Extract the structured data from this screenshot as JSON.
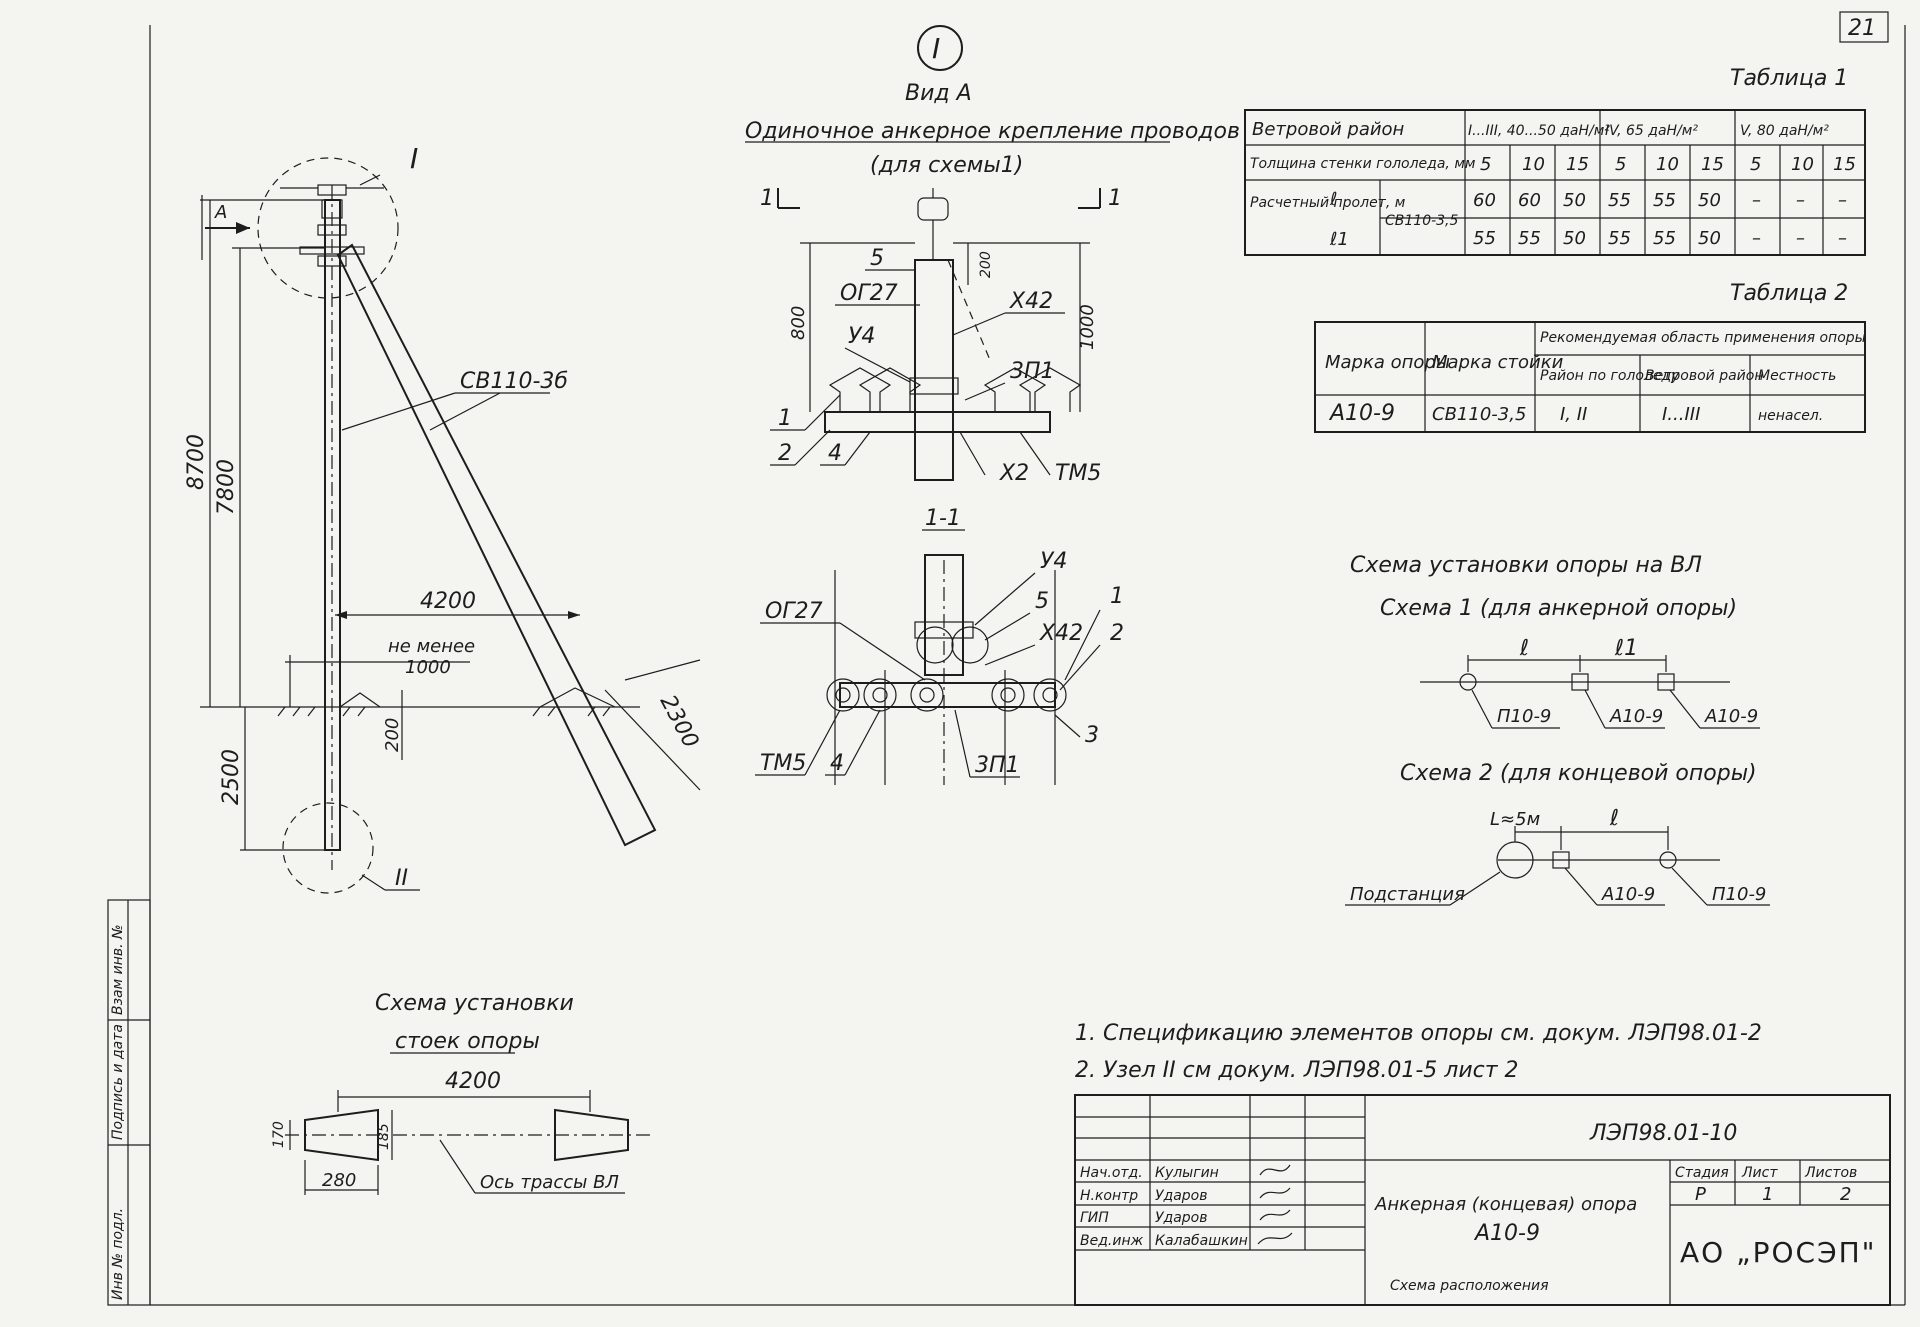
{
  "sheet_number": "21",
  "marker_I": "I",
  "view_a": {
    "title": "Вид А",
    "caption_line1": "Одиночное анкерное крепление проводов",
    "caption_line2": "(для схемы1)"
  },
  "pole_elevation": {
    "label_I": "I",
    "label_A": "А",
    "label_II": "II",
    "rack_label": "СВ110-3б",
    "dims": [
      "8700",
      "7800",
      "4200",
      "не менее",
      "1000",
      "200",
      "2500",
      "2300"
    ]
  },
  "section_marks": {
    "left": "1",
    "right": "1"
  },
  "view_a_labels": {
    "items": [
      "5",
      "ОГ27",
      "У4",
      "1",
      "2",
      "4",
      "Х42",
      "3П1",
      "Х2",
      "ТМ5"
    ],
    "dims": [
      "800",
      "1000",
      "200"
    ]
  },
  "section_1_1": {
    "title": "1-1",
    "labels": [
      "У4",
      "5",
      "ОГ27",
      "Х42",
      "1",
      "2",
      "ТМ5",
      "4",
      "3П1",
      "3"
    ]
  },
  "table1": {
    "title": "Таблица 1",
    "header_label": "Ветровой район",
    "wind_groups": [
      "I...III, 40...50 даН/м²",
      "IV, 65 даН/м²",
      "V, 80 даН/м²"
    ],
    "row_ice_label": "Толщина стенки гололеда, мм",
    "ice_values": [
      "5",
      "10",
      "15",
      "5",
      "10",
      "15",
      "5",
      "10",
      "15"
    ],
    "row_span_label": "Расчетный пролет, м",
    "rack": "СВ110-3,5",
    "sym_l": "ℓ",
    "sym_l1": "ℓ1",
    "l_values": [
      "60",
      "60",
      "50",
      "55",
      "55",
      "50",
      "–",
      "–",
      "–"
    ],
    "l1_values": [
      "55",
      "55",
      "50",
      "55",
      "55",
      "50",
      "–",
      "–",
      "–"
    ]
  },
  "table2": {
    "title": "Таблица 2",
    "col1": "Марка опоры",
    "col2": "Марка стойки",
    "group_header": "Рекомендуемая область применения опоры",
    "sub_col1": "Район по гололеду",
    "sub_col2": "Ветровой район",
    "sub_col3": "Местность",
    "row": [
      "А10-9",
      "СВ110-3,5",
      "I, II",
      "I...III",
      "ненасел."
    ]
  },
  "install_scheme": {
    "title": "Схема установки опоры на ВЛ",
    "scheme1_title": "Схема 1 (для анкерной опоры)",
    "scheme1_labels": [
      "ℓ",
      "ℓ1",
      "П10-9",
      "А10-9",
      "А10-9"
    ],
    "scheme2_title": "Схема 2 (для концевой опоры)",
    "scheme2_labels": [
      "L≈5м",
      "ℓ",
      "Подстанция",
      "А10-9",
      "П10-9"
    ]
  },
  "racks_scheme": {
    "title_line1": "Схема установки",
    "title_line2": "стоек опоры",
    "dims": [
      "4200",
      "170",
      "185",
      "280"
    ],
    "axis_label": "Ось трассы ВЛ"
  },
  "notes": [
    "1. Спецификацию элементов опоры см. докум. ЛЭП98.01-2",
    "2. Узел II см докум. ЛЭП98.01-5 лист 2"
  ],
  "side_stamp": [
    "Инв № подл.",
    "Подпись и дата",
    "Взам инв. №"
  ],
  "title_block": {
    "doc_code": "ЛЭП98.01-10",
    "roles": [
      "Нач.отд.",
      "Н.контр",
      "ГИП",
      "Вед.инж"
    ],
    "names": [
      "Кулыгин",
      "Ударов",
      "Ударов",
      "Калабашкин"
    ],
    "doc_title_line1": "Анкерная (концевая) опора",
    "doc_title_line2": "А10-9",
    "doc_title_line3": "Схема расположения",
    "stage_header": "Стадия",
    "sheet_header": "Лист",
    "sheets_header": "Листов",
    "stage": "Р",
    "sheet": "1",
    "sheets": "2",
    "company": "АО „РОСЭП\""
  }
}
